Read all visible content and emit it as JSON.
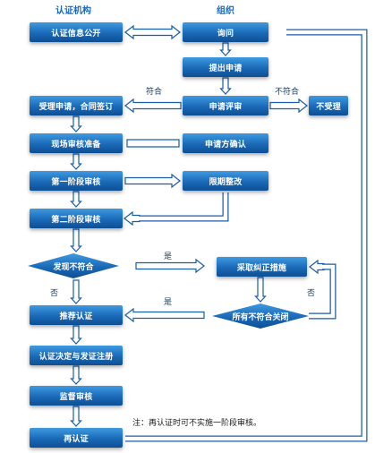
{
  "headers": {
    "left": "认证机构",
    "right": "组织"
  },
  "boxes": {
    "info_public": "认证信息公开",
    "accept": "受理申请，合同签订",
    "prep": "现场审核准备",
    "stage1": "第一阶段审核",
    "stage2": "第二阶段审核",
    "recommend": "推荐认证",
    "decision": "认证决定与发证注册",
    "surveillance": "监督审核",
    "recert": "再认证",
    "inquiry": "询问",
    "apply": "提出申请",
    "review": "申请评审",
    "reject": "不受理",
    "confirm": "申请方确认",
    "rectify": "限期整改",
    "corrective": "采取纠正措施"
  },
  "decisions": {
    "nonconform": "发现不符合",
    "closed": "所有不符合关闭"
  },
  "labels": {
    "conform": "符合",
    "nonconform_short": "不符合",
    "yes1": "是",
    "yes2": "是",
    "no1": "否",
    "no2": "否"
  },
  "note": "注：再认证时可不实施一阶段审核。",
  "colors": {
    "box_top": "#3f9ae0",
    "box_bottom": "#0e4f93",
    "header": "#1a68b8",
    "arrow_outline": "#1b5ea8"
  }
}
